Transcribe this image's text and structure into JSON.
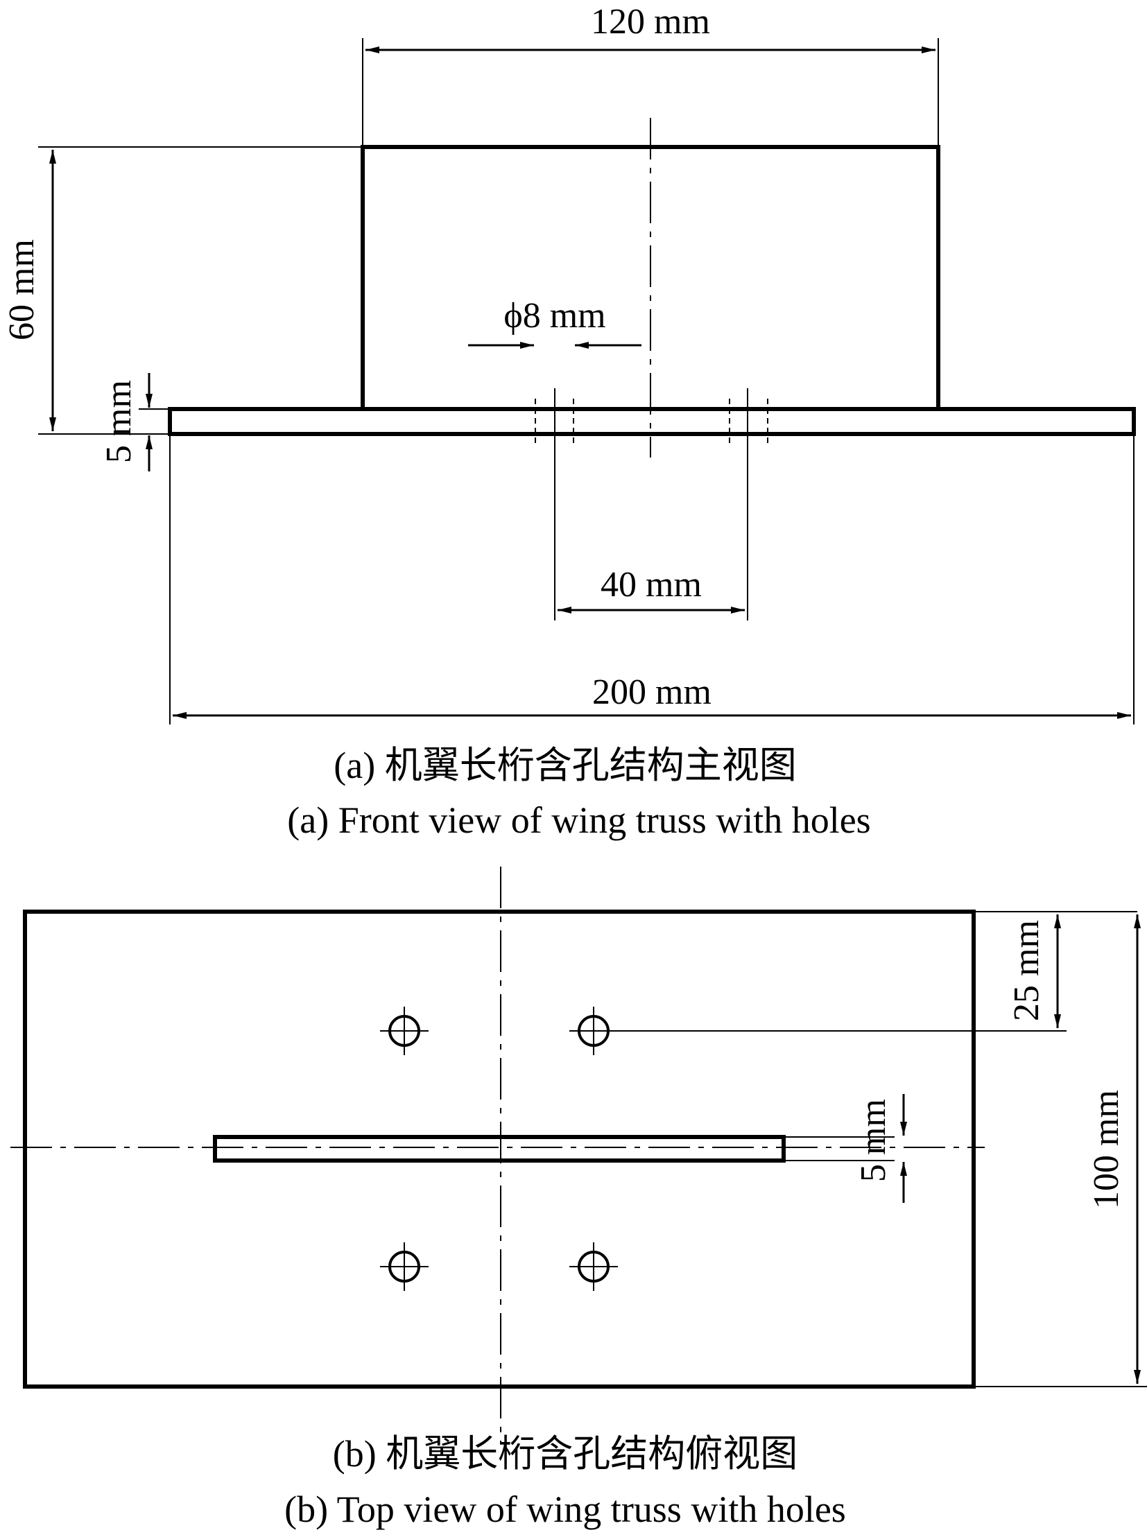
{
  "front_view": {
    "dim_top_width": "120 mm",
    "dim_height": "60 mm",
    "dim_hole_diameter": "ϕ8 mm",
    "dim_thickness": "5 mm",
    "dim_hole_spacing": "40 mm",
    "dim_base_width": "200 mm",
    "caption_cn": "(a) 机翼长桁含孔结构主视图",
    "caption_en": "(a) Front view of wing truss with holes"
  },
  "top_view": {
    "dim_edge_to_hole": "25 mm",
    "dim_thickness": "5 mm",
    "dim_overall_height": "100 mm",
    "caption_cn": "(b) 机翼长桁含孔结构俯视图",
    "caption_en": "(b) Top view of wing truss with holes"
  }
}
